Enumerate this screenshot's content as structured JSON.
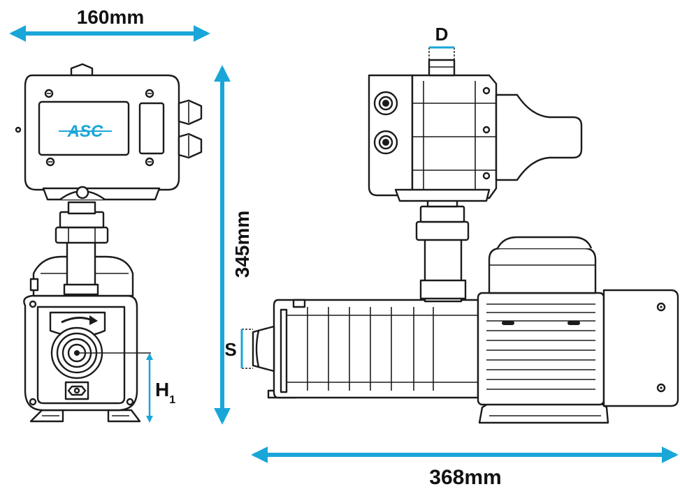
{
  "dimensions": {
    "width_label": "160mm",
    "height_label": "345mm",
    "length_label": "368mm",
    "outlet_label": "D",
    "suction_label": "S",
    "h1_label": "H",
    "h1_sub": "1"
  },
  "logo": {
    "text": "ASC"
  },
  "colors": {
    "arrow": "#1aa6d8",
    "line": "#1b1b1b",
    "logo": "#1aa6d8"
  }
}
